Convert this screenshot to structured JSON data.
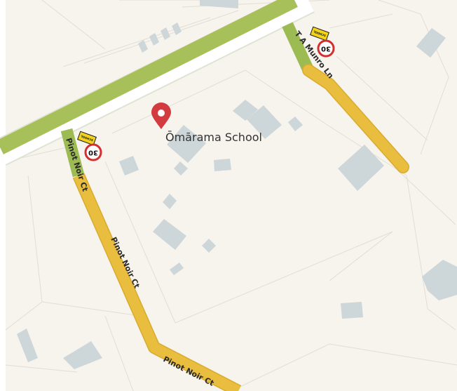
{
  "map": {
    "poi": {
      "name": "Ōmārama School",
      "icon": "map-pin-icon",
      "pin_color": "#d23b3f"
    },
    "roads": {
      "pinot_noir_ct": "Pinot Noir Ct",
      "t_a_munro_ln": "T A Munro Ln"
    },
    "speed_signs": [
      {
        "value": "30",
        "zone": "SCHOOL"
      },
      {
        "value": "30",
        "zone": "SCHOOL"
      }
    ],
    "colors": {
      "land": "#f7f3ed",
      "building": "#cdd6d9",
      "main_road": "#a8c05a",
      "local_road": "#e9bd3d",
      "road_near_school": "#9dbb53",
      "parcel_line": "#e2ddd5",
      "sign_ring": "#d32f2f",
      "school_sign": "#f2d21a"
    }
  }
}
